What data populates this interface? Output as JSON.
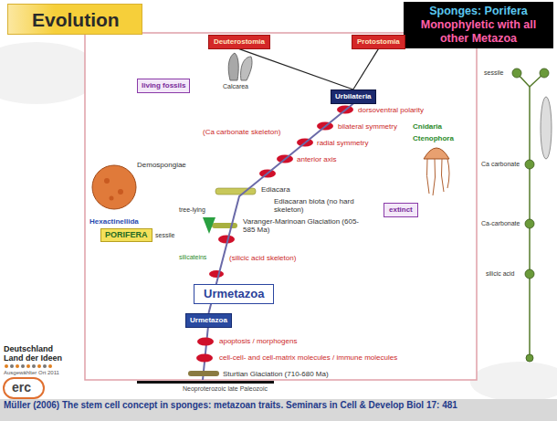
{
  "diagram": {
    "title": "Evolution",
    "caption": "Müller (2006) The stem cell concept in sponges: metazoan traits. Seminars in Cell & Develop Biol 17: 481",
    "nodes": [
      {
        "text": [
          "Sponges: Porifera",
          "Monophyletic with all other Metazoa"
        ]
      },
      {
        "text": [
          "Deuterostomia"
        ]
      },
      {
        "text": [
          "Protostomia"
        ]
      },
      {
        "text": [
          "Urbilateria"
        ]
      },
      {
        "text": [
          "living fossils"
        ]
      },
      {
        "text": [
          "extinct"
        ]
      },
      {
        "text": [
          "PORIFERA"
        ]
      },
      {
        "text": [
          "Urmetazoa"
        ]
      },
      {
        "text": [
          "Urmetazoa"
        ]
      }
    ],
    "edges": [
      {
        "from": 3,
        "to": 1,
        "arrow": "none"
      },
      {
        "from": 3,
        "to": 2,
        "arrow": "none"
      },
      {
        "from": 8,
        "to": 3,
        "arrow": "none"
      }
    ],
    "labels": [
      "Calcarea",
      "dorsoventral polarity",
      "Cnidaria",
      "bilateral symmetry",
      "Ctenophora",
      "(Ca carbonate skeleton)",
      "radial symmetry",
      "anterior axis",
      "Demospongiae",
      "Ediacara",
      "Ediacaran biota (no hard skeleton)",
      "Hexactinellida",
      "tree-lying",
      "Varanger-Marinoan Glaciation (605-585 Ma)",
      "sessile",
      "silicateins",
      "(silicic acid skeleton)",
      "apoptosis / morphogens",
      "cell-cell- and cell-matrix molecules / immune molecules",
      "Sturtian Glaciation (710-680 Ma)",
      "Neoproterozoic late Paleozoic",
      "sessile",
      "Ca carbonate",
      "Ca-carbonate",
      "silicic acid",
      "Deutschland Land der Ideen",
      "Ausgewählter Ort 2011",
      "erc"
    ]
  }
}
